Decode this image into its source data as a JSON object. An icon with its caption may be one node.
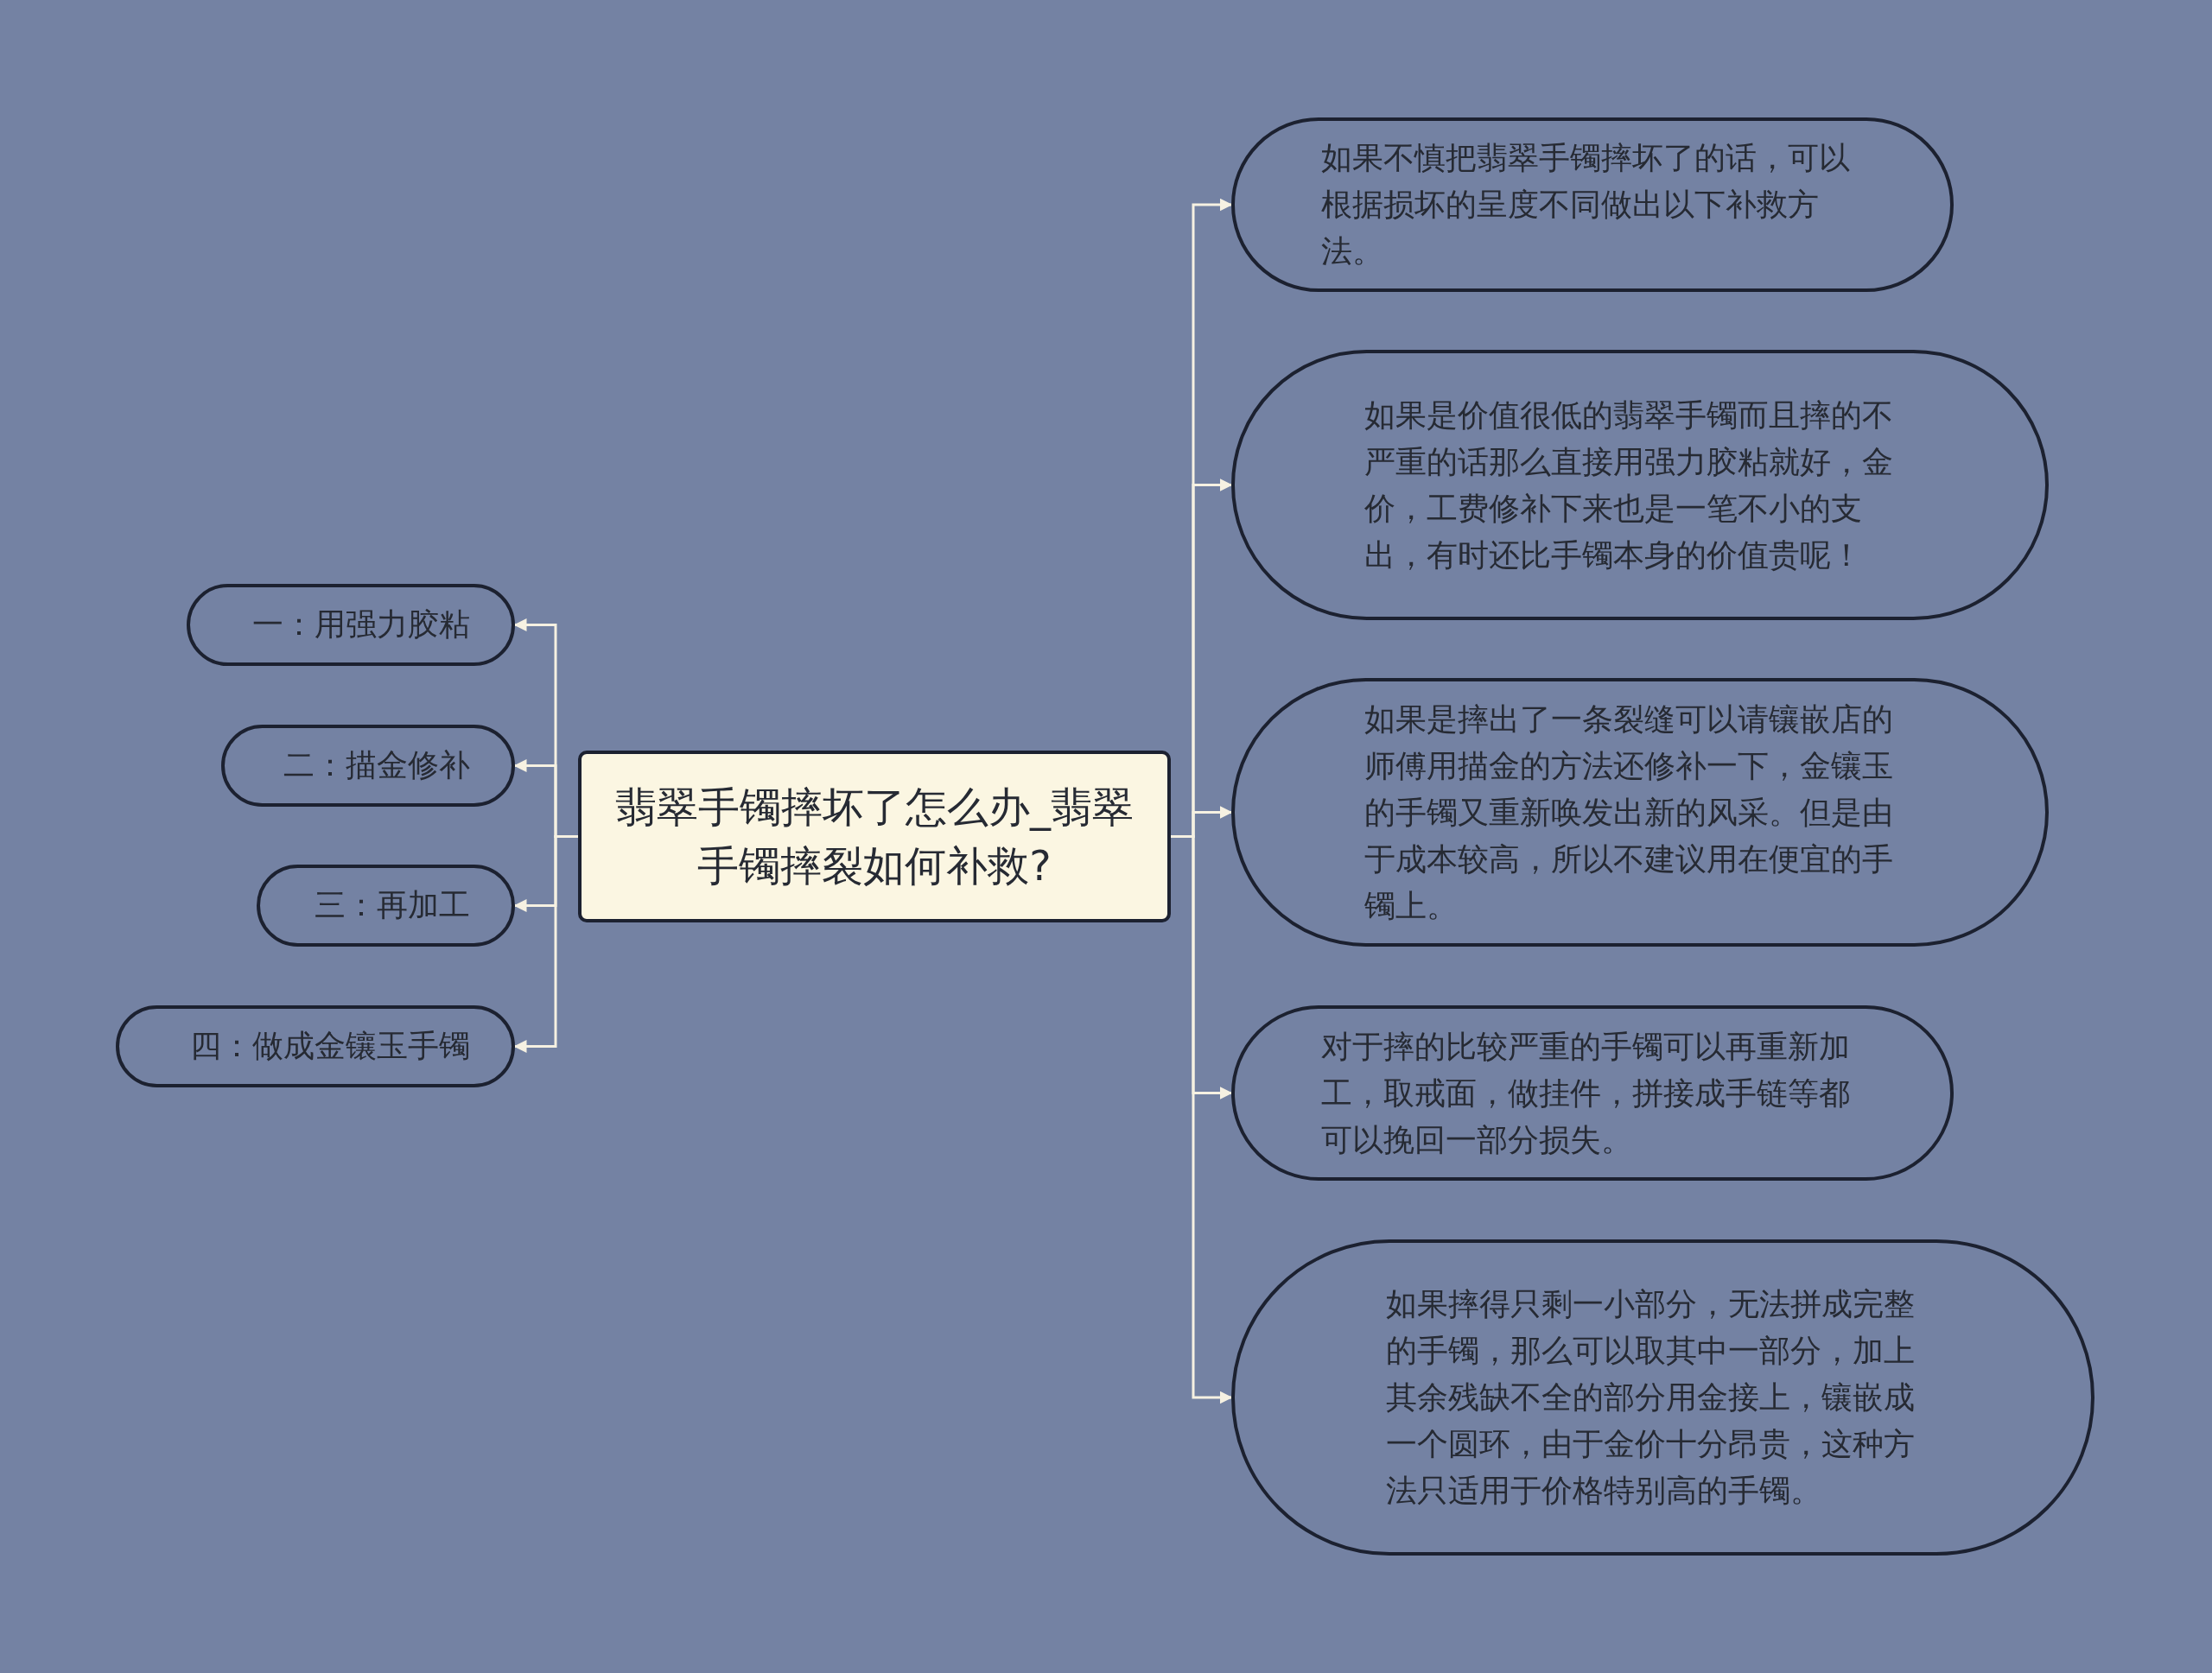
{
  "diagram": {
    "nodes": [
      {
        "text": [
          "翡翠手镯摔坏了怎么办_翡翠手镯摔裂如何补救?"
        ]
      },
      {
        "text": [
          "一：用强力胶粘"
        ]
      },
      {
        "text": [
          "二：描金修补"
        ]
      },
      {
        "text": [
          "三：再加工"
        ]
      },
      {
        "text": [
          "四：做成金镶玉手镯"
        ]
      },
      {
        "text": [
          "如果不慎把翡翠手镯摔坏了的话，可以根据损坏的呈度不同做出以下补救方法。"
        ]
      },
      {
        "text": [
          "如果是价值很低的翡翠手镯而且摔的不严重的话那么直接用强力胶粘就好，金价，工费修补下来也是一笔不小的支出，有时还比手镯本身的价值贵呢！"
        ]
      },
      {
        "text": [
          "如果是摔出了一条裂缝可以请镶嵌店的师傅用描金的方法还修补一下，金镶玉的手镯又重新唤发出新的风采。但是由于成本较高，所以不建议用在便宜的手镯上。"
        ]
      },
      {
        "text": [
          "对于摔的比较严重的手镯可以再重新加工，取戒面，做挂件，拼接成手链等都可以挽回一部分损失。"
        ]
      },
      {
        "text": [
          "如果摔得只剩一小部分，无法拼成完整的手镯，那么可以取其中一部分，加上其余残缺不全的部分用金接上，镶嵌成一个圆环，由于金价十分昂贵，这种方法只适用于价格特别高的手镯。"
        ]
      }
    ],
    "edges": [
      {
        "from": 0,
        "to": 1,
        "arrow": "to"
      },
      {
        "from": 0,
        "to": 2,
        "arrow": "to"
      },
      {
        "from": 0,
        "to": 3,
        "arrow": "to"
      },
      {
        "from": 0,
        "to": 4,
        "arrow": "to"
      },
      {
        "from": 0,
        "to": 5,
        "arrow": "to"
      },
      {
        "from": 0,
        "to": 6,
        "arrow": "to"
      },
      {
        "from": 0,
        "to": 7,
        "arrow": "to"
      },
      {
        "from": 0,
        "to": 8,
        "arrow": "to"
      },
      {
        "from": 0,
        "to": 9,
        "arrow": "to"
      }
    ]
  }
}
